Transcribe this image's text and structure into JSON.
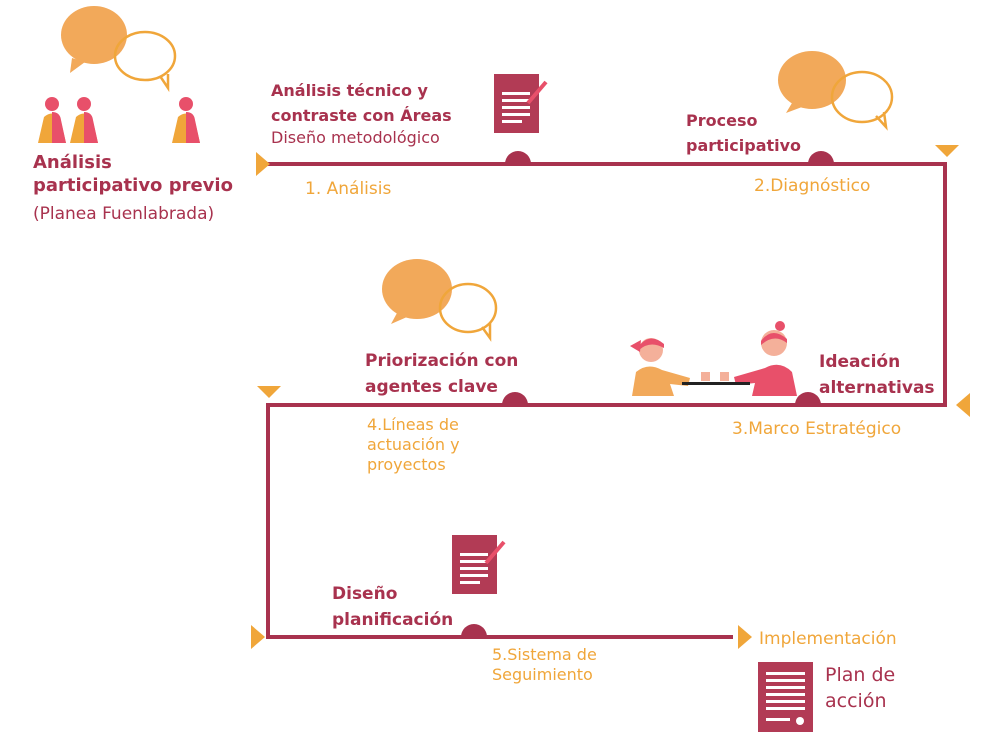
{
  "start": {
    "title_line1": "Análisis",
    "title_line2": "participativo previo",
    "subtitle": "(Planea Fuenlabrada)"
  },
  "stage1": {
    "heading_line1": "Análisis técnico y",
    "heading_line2": "contraste con Áreas",
    "subheading": "Diseño metodológico",
    "label": "1. Análisis"
  },
  "stage2": {
    "heading_line1": "Proceso",
    "heading_line2": "participativo",
    "label": "2.Diagnóstico"
  },
  "stage3": {
    "heading_line1": "Ideación",
    "heading_line2": "alternativas",
    "label": "3.Marco Estratégico"
  },
  "stage4": {
    "heading_line1": "Priorización con",
    "heading_line2": "agentes clave",
    "label_line1": "4.Líneas de",
    "label_line2": "actuación y",
    "label_line3": "proyectos"
  },
  "stage5": {
    "heading_line1": "Diseño",
    "heading_line2": "planificación",
    "label_line1": "5.Sistema de",
    "label_line2": "Seguimiento"
  },
  "end": {
    "label": "Implementación",
    "result_line1": "Plan de",
    "result_line2": "acción"
  },
  "colors": {
    "dark": "#a8324e",
    "orange": "#f0a63a",
    "pink": "#e8506a",
    "salmon": "#f2a98c"
  },
  "icons": [
    "people-icon",
    "speech-bubbles-icon",
    "document-icon",
    "meeting-icon",
    "plan-document-icon"
  ]
}
